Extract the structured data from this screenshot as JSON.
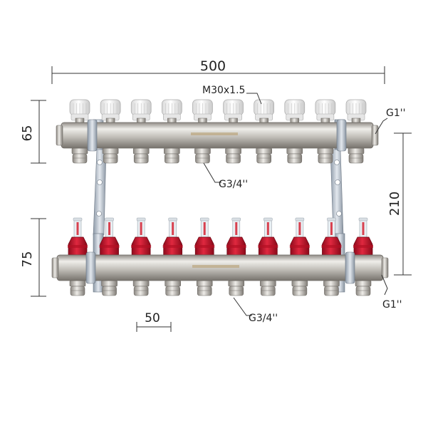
{
  "dimensions": {
    "overall_width": "500",
    "upper_height": "65",
    "lower_height": "75",
    "axis_spacing": "210",
    "port_pitch": "50"
  },
  "callouts": {
    "valve_thread": "M30x1.5",
    "upper_outlet_thread": "G3/4''",
    "lower_outlet_thread": "G3/4''",
    "upper_inlet_thread": "G1''",
    "lower_inlet_thread": "G1''"
  },
  "manifold": {
    "upper_ports": 10,
    "lower_ports": 10,
    "colors": {
      "bar": "#c9c6c0",
      "valve_cap": "#f4f4f4",
      "flowmeter": "#c8102e",
      "bracket": "#b8c3cf"
    }
  }
}
